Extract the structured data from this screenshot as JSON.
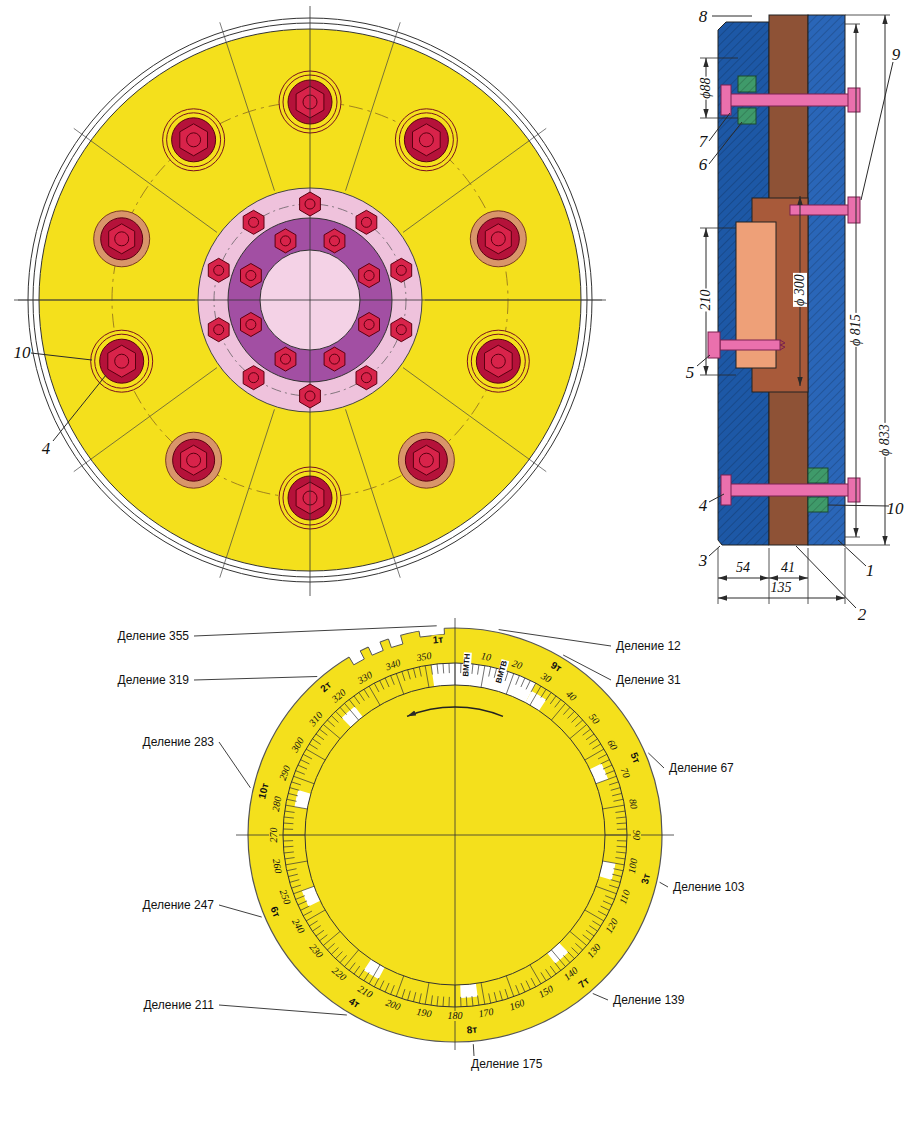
{
  "diagram": {
    "labels": [
      "10",
      "4",
      "8",
      "9",
      "ϕ88",
      "7",
      "6",
      "210",
      "ϕ 300",
      "ϕ 815",
      "ϕ 833",
      "5",
      "10",
      "4",
      "3",
      "54",
      "41",
      "135",
      "1",
      "2",
      "Деление 355",
      "Деление 12",
      "Деление 319",
      "Деление 31",
      "Деление 67",
      "Деление 283",
      "Деление 103",
      "Деление 247",
      "Деление 139",
      "Деление 211",
      "Деление 175",
      "1т",
      "ВМТН",
      "ВМТВ",
      "9т",
      "5т",
      "3т",
      "7т",
      "8т",
      "4т",
      "6т",
      "10т",
      "2т",
      "10",
      "20",
      "30",
      "40",
      "50",
      "60",
      "70",
      "80",
      "90",
      "100",
      "110",
      "120",
      "130",
      "140",
      "150",
      "160",
      "170",
      "180",
      "190",
      "200",
      "210",
      "220",
      "230",
      "240",
      "250",
      "260",
      "270",
      "280",
      "290",
      "300",
      "310",
      "320",
      "330",
      "340",
      "350"
    ]
  }
}
